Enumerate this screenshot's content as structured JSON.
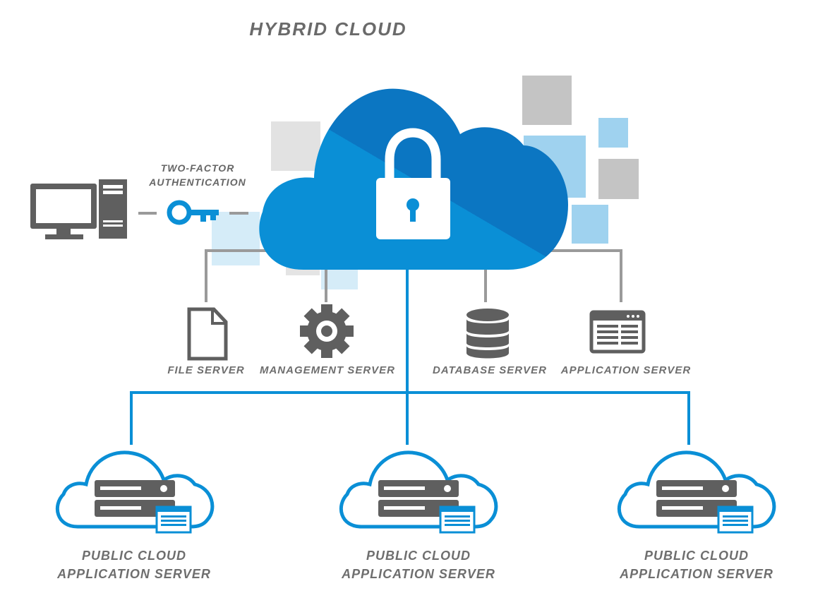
{
  "title": "HYBRID CLOUD",
  "auth": {
    "line1": "TWO-FACTOR",
    "line2": "AUTHENTICATION"
  },
  "servers": [
    {
      "label": "FILE SERVER",
      "icon": "file-icon"
    },
    {
      "label": "MANAGEMENT SERVER",
      "icon": "gear-icon"
    },
    {
      "label": "DATABASE SERVER",
      "icon": "database-icon"
    },
    {
      "label": "APPLICATION SERVER",
      "icon": "application-window-icon"
    }
  ],
  "public_clouds": [
    {
      "line1": "PUBLIC CLOUD",
      "line2": "APPLICATION SERVER"
    },
    {
      "line1": "PUBLIC CLOUD",
      "line2": "APPLICATION SERVER"
    },
    {
      "line1": "PUBLIC CLOUD",
      "line2": "APPLICATION SERVER"
    }
  ],
  "colors": {
    "blue": "#0a8fd6",
    "dark_blue": "#0b74bf",
    "gray": "#5f5f5f",
    "line_gray": "#9a9a9a",
    "light_blue": "#9fd2ef",
    "light_gray": "#d9d9d9"
  }
}
